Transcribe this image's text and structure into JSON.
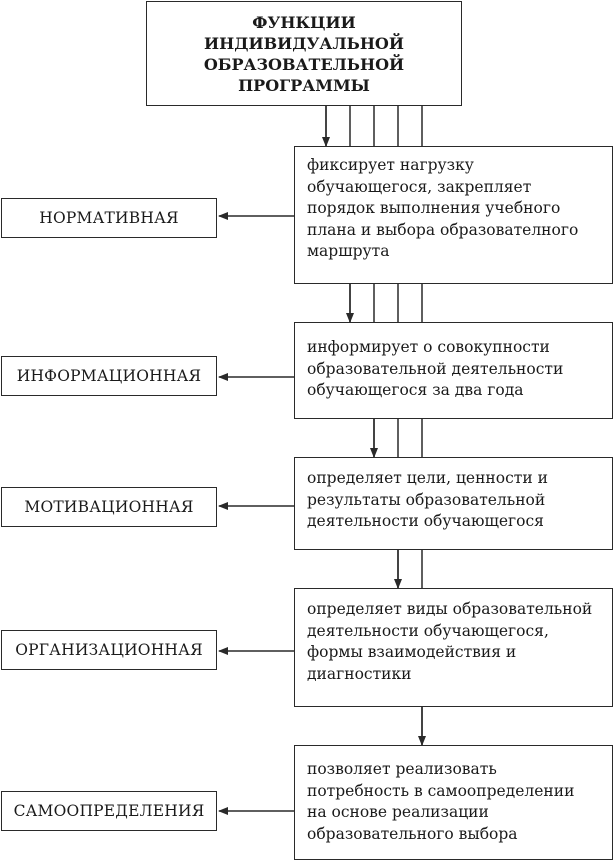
{
  "title": "ФУНКЦИИ\nИНДИВИДУАЛЬНОЙ\nОБРАЗОВАТЕЛЬНОЙ\nПРОГРАММЫ",
  "functions": [
    {
      "name": "НОРМАТИВНАЯ",
      "description": "фиксирует нагрузку\nобучающегося, закрепляет\nпорядок выполнения учебного\nплана и выбора образователного\nмаршрута"
    },
    {
      "name": "ИНФОРМАЦИОННАЯ",
      "description": "информирует о совокупности\nобразовательной деятельности\nобучающегося за два года"
    },
    {
      "name": "МОТИВАЦИОННАЯ",
      "description": "определяет цели, ценности и\nрезультаты образовательной\nдеятельности обучающегося"
    },
    {
      "name": "ОРГАНИЗАЦИОННАЯ",
      "description": "определяет виды образовательной\nдеятельности обучающегося,\nформы взаимодействия и\nдиагностики"
    },
    {
      "name": "САМООПРЕДЕЛЕНИЯ",
      "description": "позволяет реализовать\nпотребность в самоопределении\nна основе реализации\nобразовательного выбора"
    }
  ]
}
